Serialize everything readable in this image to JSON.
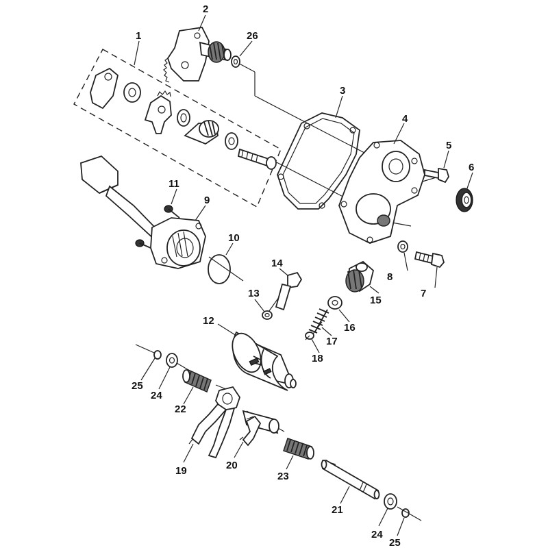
{
  "labels": {
    "p1": "1",
    "p2": "2",
    "p3": "3",
    "p4": "4",
    "p5": "5",
    "p6": "6",
    "p7": "7",
    "p8": "8",
    "p9": "9",
    "p10": "10",
    "p11": "11",
    "p12": "12",
    "p13": "13",
    "p14": "14",
    "p15": "15",
    "p16": "16",
    "p17": "17",
    "p18": "18",
    "p19": "19",
    "p20": "20",
    "p21": "21",
    "p22": "22",
    "p23": "23",
    "p24a": "24",
    "p25a": "25",
    "p24b": "24",
    "p25b": "25",
    "p26": "26"
  }
}
